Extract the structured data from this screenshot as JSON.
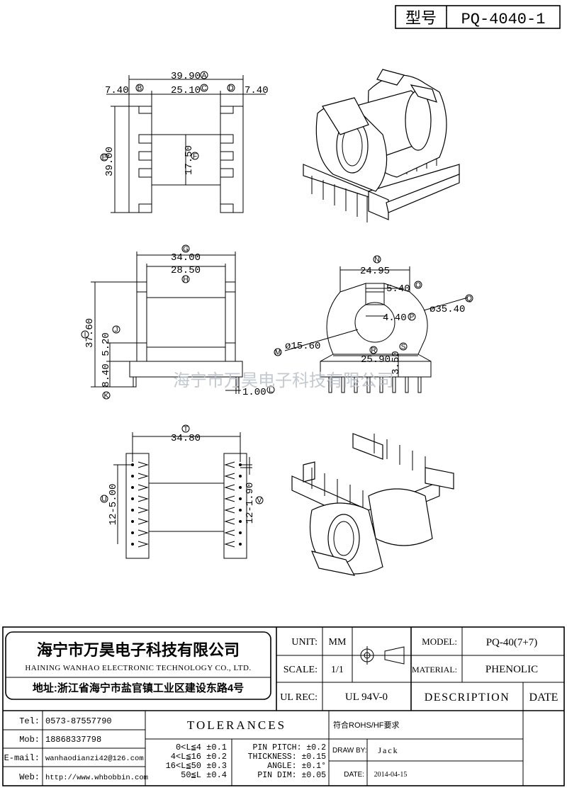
{
  "part_type_label": "型号",
  "part_no": "PQ-4040-1",
  "watermark": "海宁市万昊电子科技有限公司",
  "top_view": {
    "dim_a": "39.90",
    "tag_a": "A",
    "dim_b": "7.40",
    "tag_b": "B",
    "dim_c": "25.10",
    "tag_c": "C",
    "dim_d": "7.40",
    "tag_d": "D",
    "dim_e": "39.00",
    "tag_e": "E",
    "dim_f": "17.50",
    "tag_f": "F"
  },
  "side_view": {
    "dim_g": "34.00",
    "tag_g": "G",
    "dim_h": "28.50",
    "tag_h": "H",
    "dim_i": "37.60",
    "tag_i": "I",
    "dim_j": "5.20",
    "tag_j": "J",
    "dim_k": "8.40",
    "tag_k": "K",
    "dim_l": "1.00",
    "tag_l": "L"
  },
  "front_view": {
    "dim_n": "24.95",
    "tag_n": "N",
    "dim_o": "5.40",
    "tag_o": "O",
    "dim_p": "4.40",
    "tag_p": "P",
    "dim_q": "ø35.40",
    "tag_q": "Q",
    "dim_m": "ø15.60",
    "tag_m": "M",
    "dim_r": "25.90",
    "tag_r": "R",
    "dim_s": "3.50",
    "tag_s": "S"
  },
  "bottom_view": {
    "dim_t": "34.80",
    "tag_t": "T",
    "dim_u": "12-5.00",
    "tag_u": "U",
    "dim_v": "12-1.90",
    "tag_v": "V"
  },
  "title_block": {
    "company_cn": "海宁市万昊电子科技有限公司",
    "company_en": "HAINING WANHAO ELECTRONIC TECHNOLOGY CO., LTD.",
    "address": "地址:浙江省海宁市盐官镇工业区建设东路4号",
    "unit_label": "UNIT:",
    "unit_value": "MM",
    "scale_label": "SCALE:",
    "scale_value": "1/1",
    "ulrec_label": "UL REC:",
    "ulrec_value": "UL 94V-0",
    "model_label": "MODEL:",
    "model_value": "PQ-40(7+7)",
    "material_label": "MATERIAL:",
    "material_value": "PHENOLIC",
    "description_label": "DESCRIPTION",
    "date_header": "DATE",
    "tel_label": "Tel:",
    "tel_value": "0573-87557790",
    "mob_label": "Mob:",
    "mob_value": "18868337798",
    "email_label": "E-mail:",
    "email_value": "wanhaodianzi42@126.com",
    "web_label": "Web:",
    "web_value": "http://www.whbobbin.com",
    "tolerances_label": "TOLERANCES",
    "tol_rows": [
      "0<L≦4 ±0.1",
      "4<L≦16 ±0.2",
      "16<L≦50 ±0.3",
      "50≦L ±0.4"
    ],
    "pin_rows": [
      "PIN PITCH: ±0.2",
      "THICKNESS: ±0.15",
      "ANGLE: ±0.1°",
      "PIN DIM: ±0.05"
    ],
    "rohs": "符合ROHS/HF要求",
    "draw_by_label": "DRAW BY:",
    "draw_by_value": "Jack",
    "date_label": "DATE:",
    "date_value": "2014-04-15"
  }
}
